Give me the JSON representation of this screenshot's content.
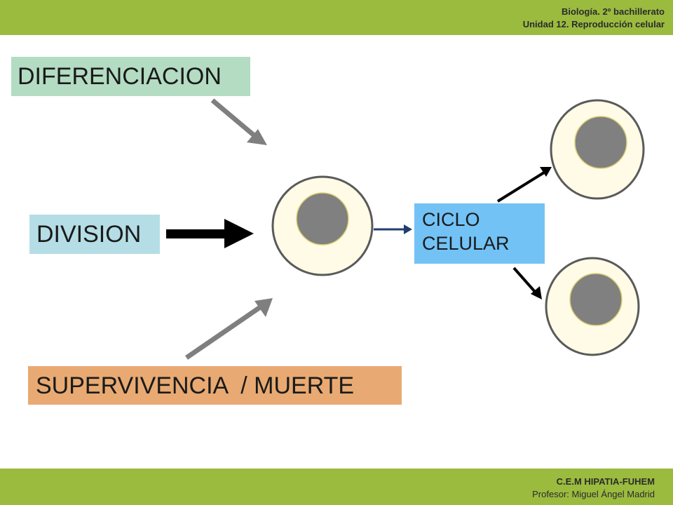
{
  "header": {
    "line1": "Biología. 2º bachillerato",
    "line2": "Unidad 12. Reproducción celular"
  },
  "footer": {
    "line1": "C.E.M HIPATIA-FUHEM",
    "line2": "Profesor: Miguel Ángel Madrid"
  },
  "boxes": {
    "diferenciacion": "DIFERENCIACION",
    "division": "DIVISION",
    "supervivencia": "SUPERVIVENCIA  / MUERTE",
    "ciclo_line1": "CICLO",
    "ciclo_line2": "CELULAR"
  },
  "colors": {
    "band": "#9bbb3f",
    "diferenciacion_box": "#b3dcc3",
    "division_box": "#b5dde6",
    "supervivencia_box": "#e8aa72",
    "ciclo_box": "#72c2f5",
    "cell_cytoplasm": "#fffbe6",
    "cell_nucleus": "#808080",
    "gray_arrow": "#7f7f7f",
    "navy_arrow": "#1f3f6e"
  }
}
